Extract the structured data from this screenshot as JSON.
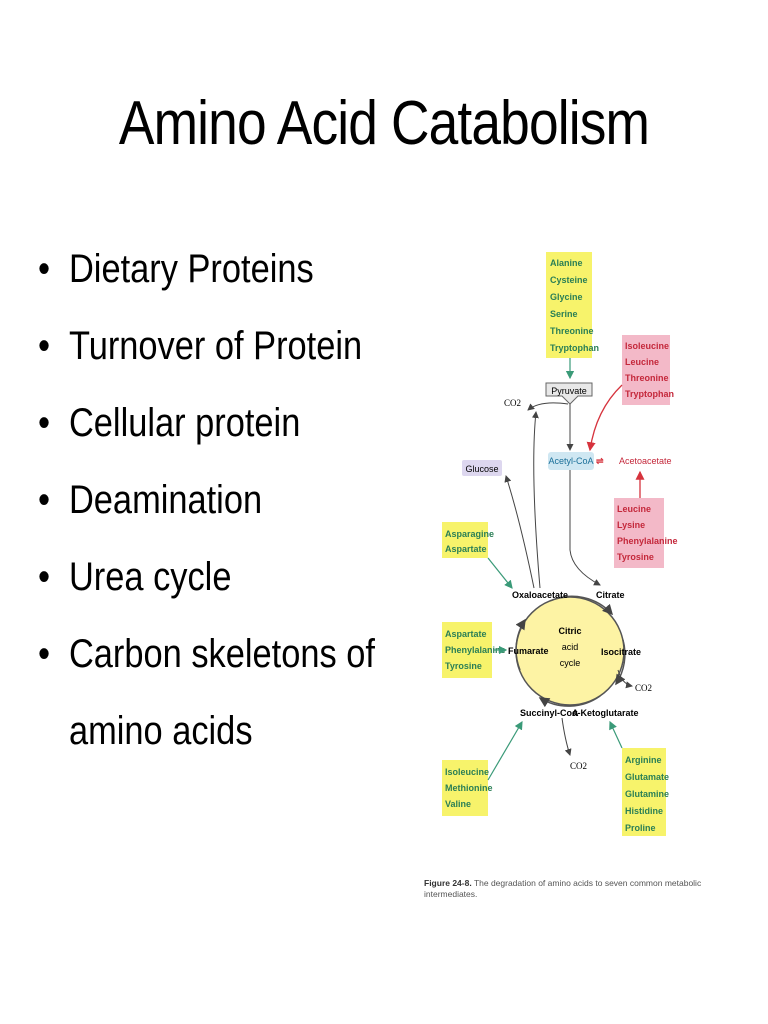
{
  "slide": {
    "title": "Amino Acid Catabolism",
    "bullets": [
      "Dietary Proteins",
      "Turnover of Protein",
      "Cellular protein",
      "Deamination",
      "Urea cycle",
      "Carbon skeletons of",
      "amino acids"
    ]
  },
  "figure": {
    "colors": {
      "yellow_box": "#f7f36b",
      "pink_box": "#f3b9c8",
      "cycle_fill": "#fdf3a4",
      "pyruvate_box": "#e8e8e8",
      "acetyl_box": "#cfe7f2",
      "glucose_box": "#ddd7ef",
      "green_arrow": "#3a9a78",
      "red_arrow": "#d6333d"
    },
    "boxes": {
      "pyruvate_group": [
        "Alanine",
        "Cysteine",
        "Glycine",
        "Serine",
        "Threonine",
        "Tryptophan"
      ],
      "acetylcoa_group": [
        "Isoleucine",
        "Leucine",
        "Threonine",
        "Tryptophan"
      ],
      "acetoacetate_group": [
        "Leucine",
        "Lysine",
        "Phenylalanine",
        "Tyrosine"
      ],
      "oxaloacetate_group": [
        "Asparagine",
        "Aspartate"
      ],
      "fumarate_group": [
        "Aspartate",
        "Phenylalanine",
        "Tyrosine"
      ],
      "succinylcoa_group": [
        "Isoleucine",
        "Methionine",
        "Valine"
      ],
      "ketoglutarate_group": [
        "Arginine",
        "Glutamate",
        "Glutamine",
        "Histidine",
        "Proline"
      ]
    },
    "nodes": {
      "pyruvate": "Pyruvate",
      "acetyl_coa": "Acetyl-CoA",
      "acetoacetate": "Acetoacetate",
      "glucose": "Glucose",
      "oxaloacetate": "Oxaloacetate",
      "citrate": "Citrate",
      "isocitrate": "Isocitrate",
      "ketoglutarate": "α-Ketoglutarate",
      "succinyl_coa": "Succinyl-CoA",
      "fumarate": "Fumarate",
      "cycle_line1": "Citric",
      "cycle_line2": "acid",
      "cycle_line3": "cycle",
      "co2_top": "CO2",
      "co2_right": "CO2",
      "co2_bottom": "CO2"
    },
    "caption_label": "Figure 24-8.",
    "caption_text": "The degradation of amino acids to seven common metabolic intermediates."
  }
}
